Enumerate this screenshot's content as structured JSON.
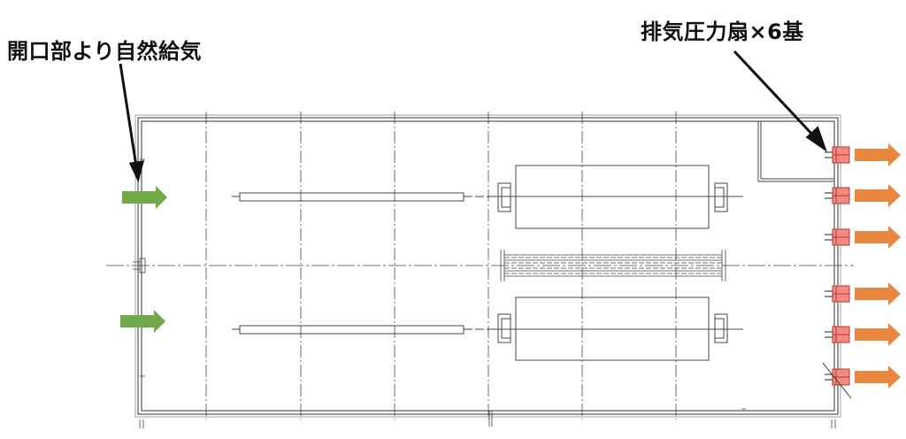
{
  "labels": {
    "inlet": "開口部より自然給気",
    "exhaust": "排気圧力扇×6基"
  },
  "colors": {
    "inlet_arrow": "#70a84a",
    "exhaust_arrow": "#e8873f",
    "fan_fill": "#f28a82",
    "fan_stroke": "#b23a32",
    "line": "#333333"
  },
  "fans": {
    "count": 6
  }
}
